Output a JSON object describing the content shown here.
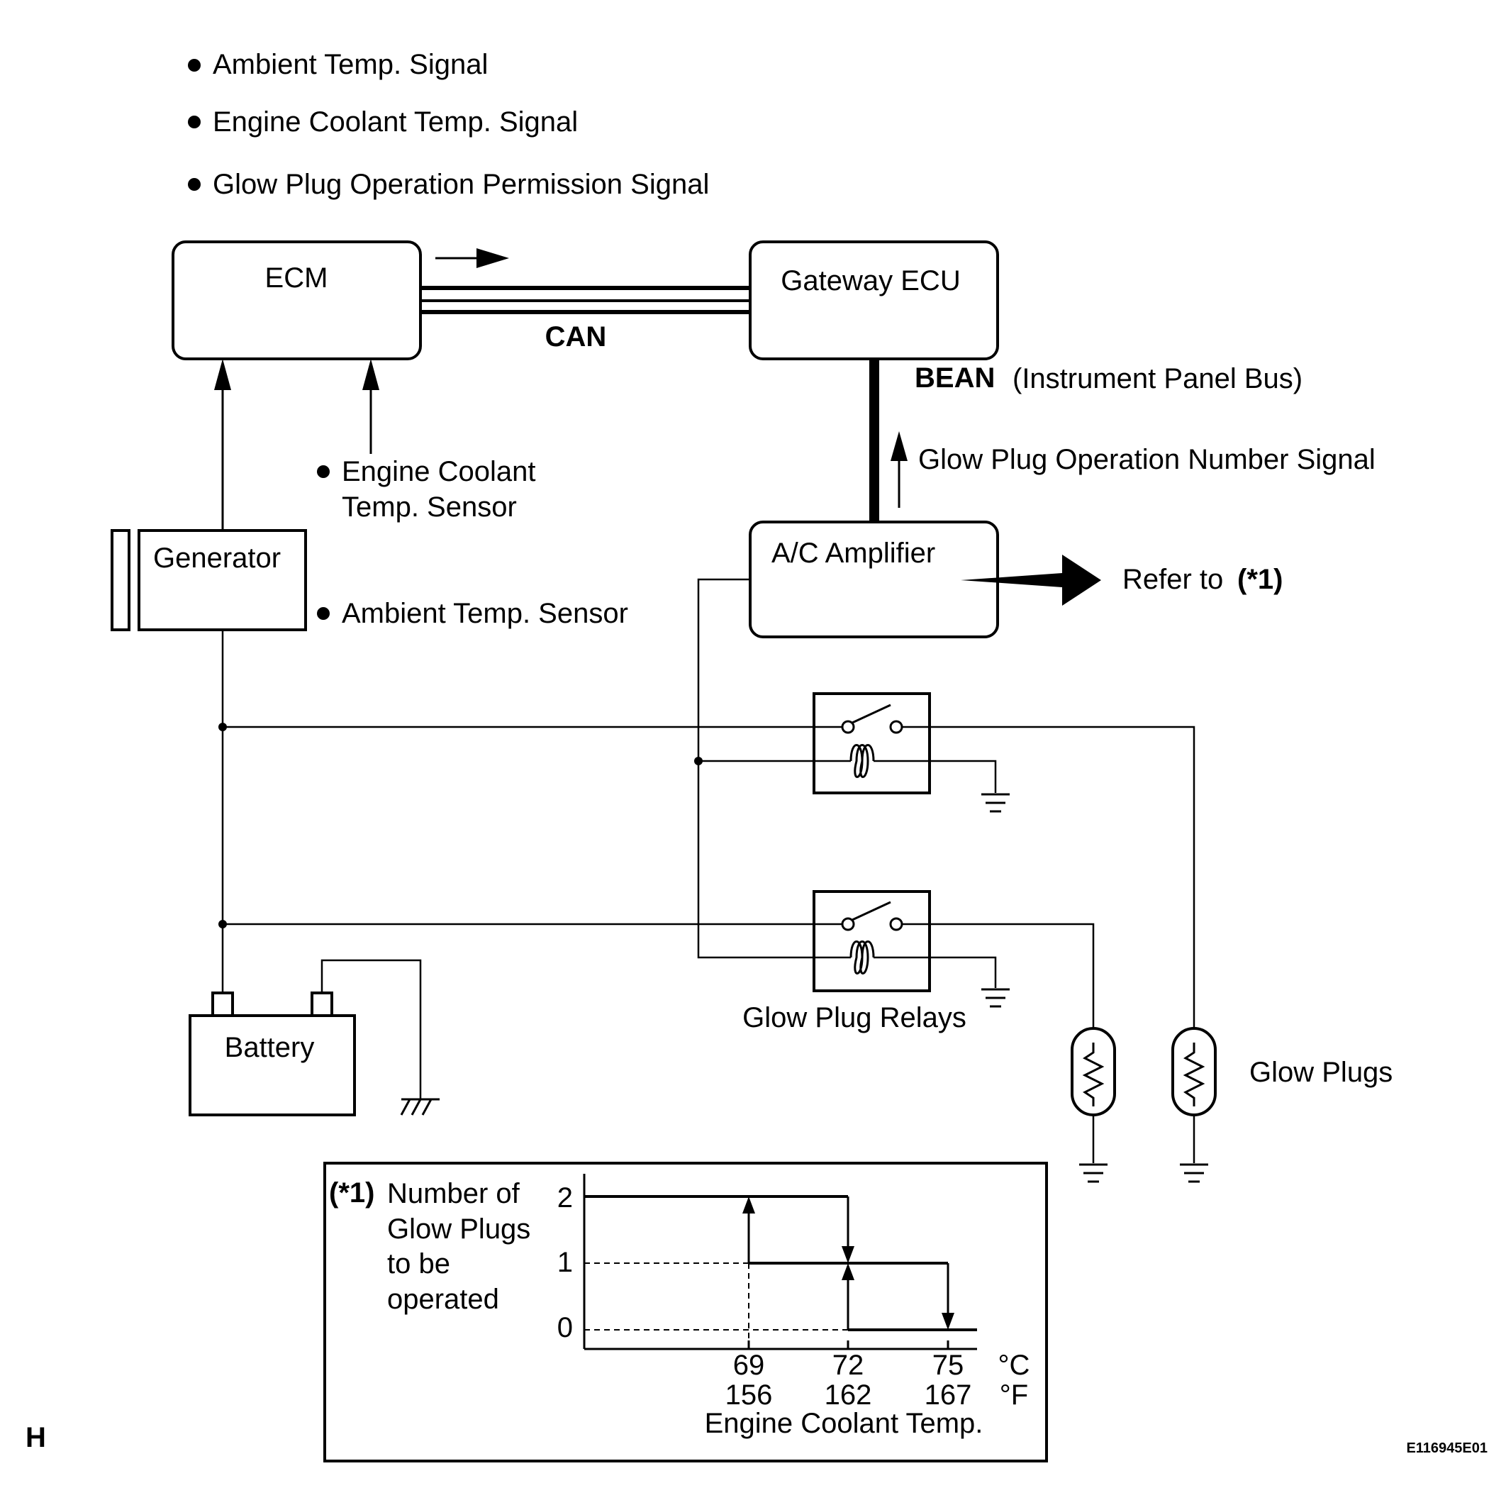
{
  "signals": {
    "ambient": "Ambient Temp. Signal",
    "coolant": "Engine Coolant Temp. Signal",
    "glow_permission": "Glow Plug Operation Permission Signal"
  },
  "components": {
    "ecm": "ECM",
    "gateway": "Gateway ECU",
    "can": "CAN",
    "bean": "BEAN",
    "bean_desc": "(Instrument Panel Bus)",
    "glow_number_signal": "Glow Plug Operation Number Signal",
    "coolant_sensor_line1": "Engine Coolant",
    "coolant_sensor_line2": "Temp. Sensor",
    "generator": "Generator",
    "ambient_sensor": "Ambient Temp. Sensor",
    "ac_amplifier": "A/C Amplifier",
    "refer_to": "Refer to",
    "refer_ref": "(*1)",
    "relays": "Glow Plug Relays",
    "battery": "Battery",
    "glow_plugs": "Glow Plugs"
  },
  "inset": {
    "ref": "(*1)",
    "ylabel_lines": [
      "Number of",
      "Glow Plugs",
      "to be",
      "operated"
    ],
    "y_ticks": [
      "2",
      "1",
      "0"
    ],
    "x_ticks_c": [
      "69",
      "72",
      "75"
    ],
    "x_ticks_f": [
      "156",
      "162",
      "167"
    ],
    "unit_c": "°C",
    "unit_f": "°F",
    "xlabel": "Engine Coolant Temp."
  },
  "chart_data": {
    "type": "line",
    "title": "",
    "xlabel": "Engine Coolant Temp.",
    "ylabel": "Number of Glow Plugs to be operated",
    "x_ticks_celsius": [
      69,
      72,
      75
    ],
    "x_ticks_fahrenheit": [
      156,
      162,
      167
    ],
    "y_ticks": [
      0,
      1,
      2
    ],
    "series": [
      {
        "name": "",
        "x": [
          69,
          72,
          72,
          75,
          75
        ],
        "y": [
          2,
          2,
          1,
          1,
          0
        ]
      },
      {
        "name": "",
        "x": [
          69,
          69,
          72,
          72
        ],
        "y": [
          2,
          1,
          1,
          0
        ]
      }
    ]
  },
  "footer": {
    "left": "H",
    "right": "E116945E01"
  }
}
